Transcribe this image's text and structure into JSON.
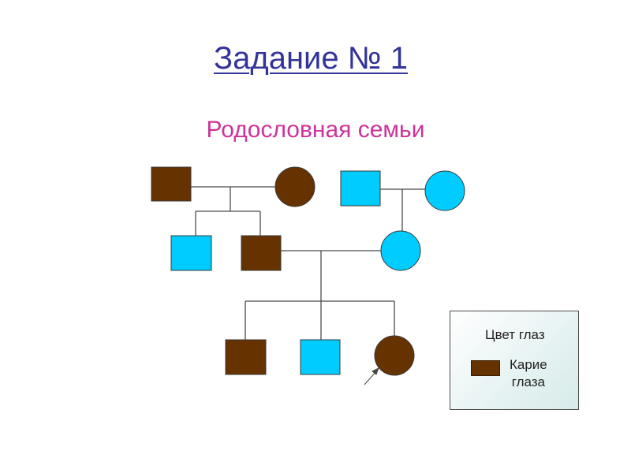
{
  "title": "Задание № 1",
  "subtitle": "Родословная семьи",
  "colors": {
    "brown_eyes": "#663300",
    "other_eyes": "#00ccff",
    "title": "#333399",
    "subtitle": "#cc3399"
  },
  "pedigree": {
    "individuals": [
      {
        "id": "g1-grandfather-paternal",
        "sex": "male",
        "trait": "brown_eyes"
      },
      {
        "id": "g1-grandmother-paternal",
        "sex": "female",
        "trait": "brown_eyes"
      },
      {
        "id": "g1-grandfather-maternal",
        "sex": "male",
        "trait": "other_eyes"
      },
      {
        "id": "g1-grandmother-maternal",
        "sex": "female",
        "trait": "other_eyes"
      },
      {
        "id": "g2-uncle",
        "sex": "male",
        "trait": "other_eyes"
      },
      {
        "id": "g2-father",
        "sex": "male",
        "trait": "brown_eyes"
      },
      {
        "id": "g2-mother",
        "sex": "female",
        "trait": "other_eyes"
      },
      {
        "id": "g3-son-1",
        "sex": "male",
        "trait": "brown_eyes"
      },
      {
        "id": "g3-son-2",
        "sex": "male",
        "trait": "other_eyes"
      },
      {
        "id": "g3-daughter-proband",
        "sex": "female",
        "trait": "brown_eyes",
        "proband": true
      }
    ]
  },
  "legend": {
    "title": "Цвет глаз",
    "line1": "Карие",
    "line2": "глаза"
  }
}
